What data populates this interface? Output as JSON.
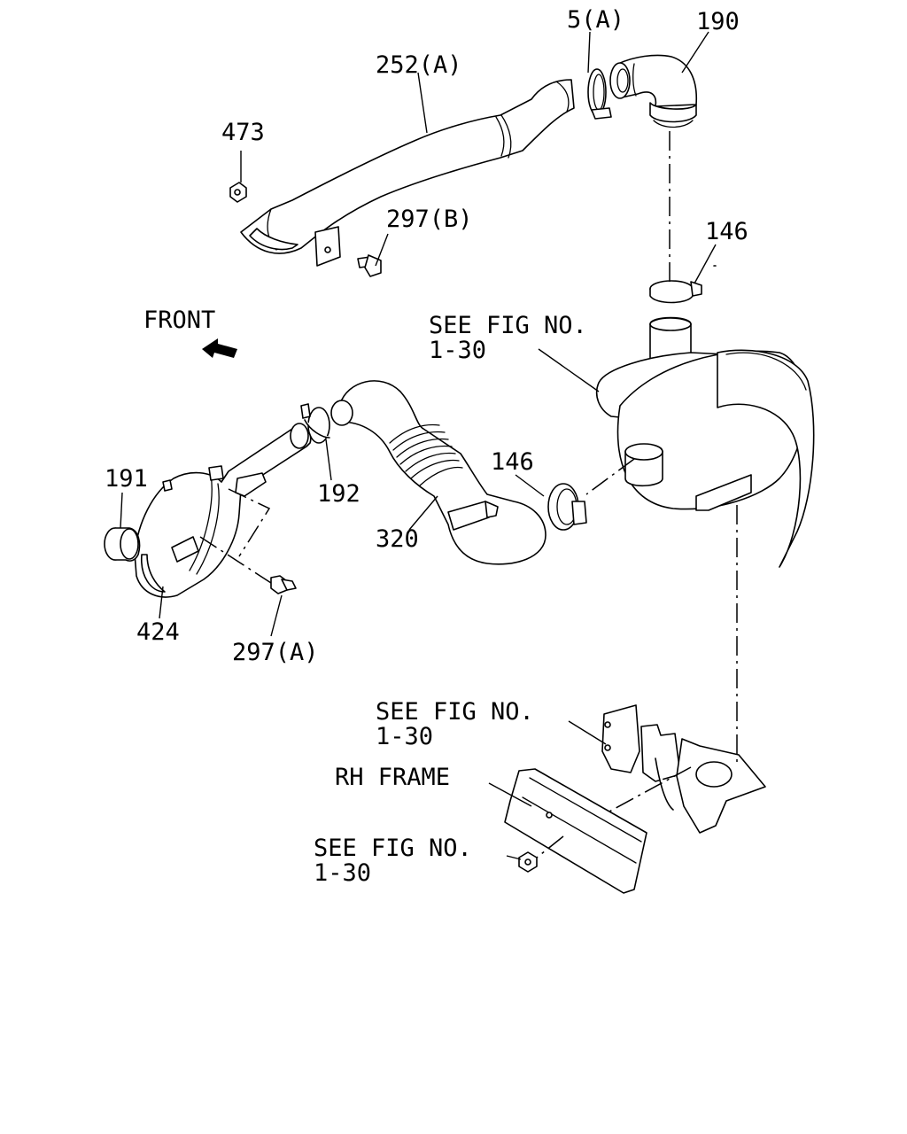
{
  "labels": {
    "p5a": "5(A)",
    "p190": "190",
    "p252a": "252(A)",
    "p473": "473",
    "p297b": "297(B)",
    "p146_top": "146",
    "front": "FRONT",
    "see_fig_1_line1": "SEE FIG NO.",
    "see_fig_1_line2": "1-30",
    "p191": "191",
    "p192": "192",
    "p146_mid": "146",
    "p320": "320",
    "p424": "424",
    "p297a": "297(A)",
    "see_fig_2_line1": "SEE FIG NO.",
    "see_fig_2_line2": "1-30",
    "rh_frame": "RH FRAME",
    "see_fig_3_line1": "SEE FIG NO.",
    "see_fig_3_line2": "1-30"
  }
}
